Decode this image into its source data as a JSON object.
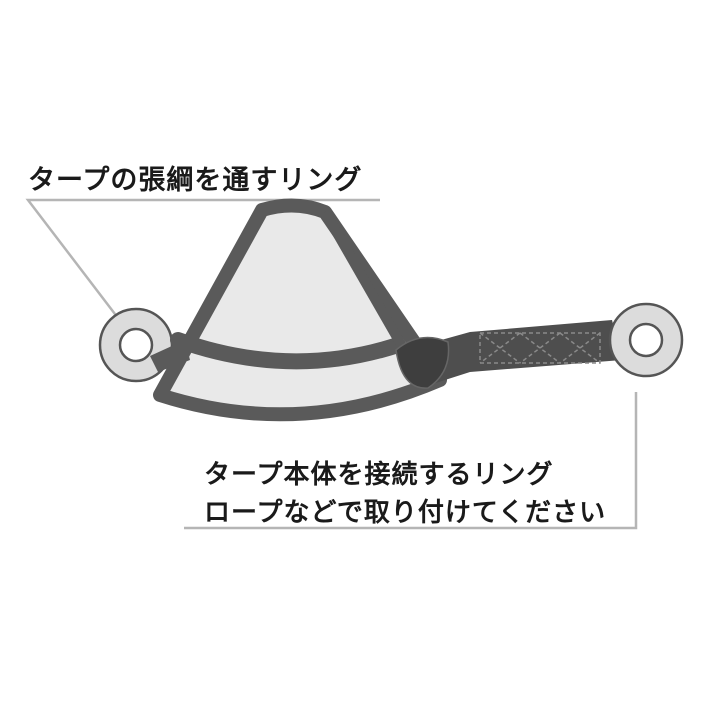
{
  "callouts": {
    "top_ring": {
      "label": "タープの張綱を通すリング"
    },
    "right_ring": {
      "line1": "タープ本体を接続するリング",
      "line2": "ロープなどで取り付けてください"
    }
  },
  "colors": {
    "background": "#ffffff",
    "tarp_fill": "#e9e9e9",
    "tarp_border": "#5a5a5a",
    "webbing": "#4e4e4e",
    "ring_fill": "#dcdcdc",
    "ring_outline": "#555555",
    "leader_line": "#b5b5b5",
    "label_text": "#1a1a1a"
  }
}
